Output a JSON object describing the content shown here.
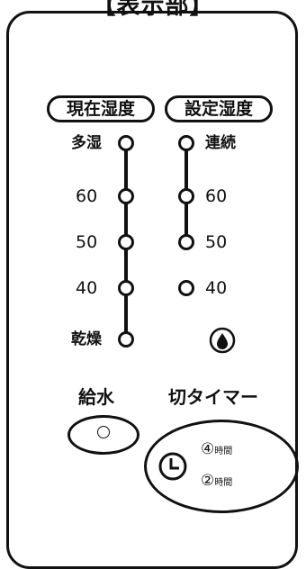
{
  "header": {
    "title": "【表示部】"
  },
  "current_humidity": {
    "title": "現在湿度",
    "levels": [
      "多湿",
      "60",
      "50",
      "40",
      "乾燥"
    ]
  },
  "set_humidity": {
    "title": "設定湿度",
    "levels": [
      "連続",
      "60",
      "50",
      "40"
    ]
  },
  "water_button": {
    "label": "給水"
  },
  "timer_button": {
    "label": "切タイマー",
    "option_4_num": "④",
    "option_2_num": "②",
    "unit": "時間"
  },
  "icons": {
    "drop": "water-drop-icon",
    "clock": "clock-icon"
  }
}
